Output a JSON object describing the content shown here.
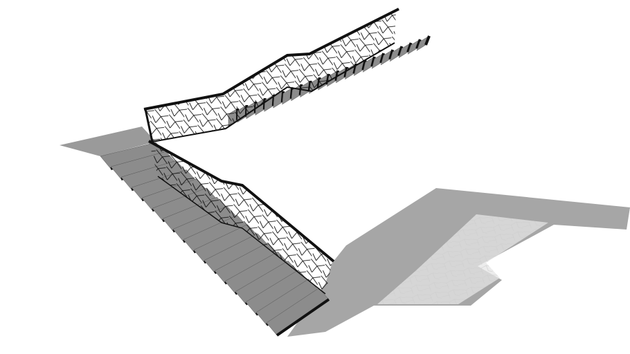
{
  "scene": {
    "subject": "staircase-model",
    "colors": {
      "background": "#ffffff",
      "shadow": "#a6a6a6",
      "tread": "#8c8c8c",
      "landing": "#9a9a9a",
      "nosing": "#111111",
      "railing": "#111111",
      "shadow_pattern": "#e6e6e6"
    },
    "lower_flight_steps": 17,
    "upper_flight_steps": 22
  }
}
